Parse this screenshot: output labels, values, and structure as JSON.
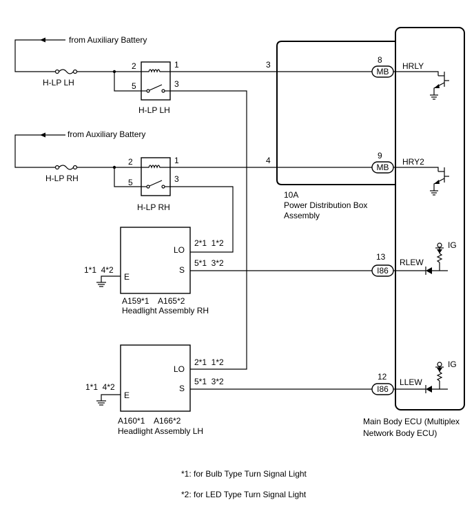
{
  "sources": {
    "lh": "from Auxiliary Battery",
    "rh": "from Auxiliary Battery"
  },
  "fuses": {
    "lh": "H-LP LH",
    "rh": "H-LP RH"
  },
  "relays": {
    "lh": {
      "label": "H-LP LH",
      "pin2": "2",
      "pin5": "5",
      "pin1": "1",
      "pin3": "3"
    },
    "rh": {
      "label": "H-LP RH",
      "pin2": "2",
      "pin5": "5",
      "pin1": "1",
      "pin3": "3"
    }
  },
  "power_distribution_box": {
    "code": "10A",
    "name_line1": "Power Distribution Box",
    "name_line2": "Assembly",
    "pin_lh": "3",
    "pin_rh": "4"
  },
  "ecu": {
    "name_line1": "Main Body ECU (Multiplex",
    "name_line2": "Network Body ECU)",
    "terminals": [
      {
        "pin": "8",
        "connector": "MB",
        "signal": "HRLY"
      },
      {
        "pin": "9",
        "connector": "MB",
        "signal": "HRY2"
      },
      {
        "pin": "13",
        "connector": "I86",
        "signal": "RLEW"
      },
      {
        "pin": "12",
        "connector": "I86",
        "signal": "LLEW"
      }
    ],
    "ig_label": "IG"
  },
  "headlight_rh": {
    "lo_label": "LO",
    "s_label": "S",
    "e_label": "E",
    "lo_pins": "2*1  1*2",
    "s_pins": "5*1  3*2",
    "e_pins": "1*1  4*2",
    "codes": "A159*1    A165*2",
    "name": "Headlight Assembly RH"
  },
  "headlight_lh": {
    "lo_label": "LO",
    "s_label": "S",
    "e_label": "E",
    "lo_pins": "2*1  1*2",
    "s_pins": "5*1  3*2",
    "e_pins": "1*1  4*2",
    "codes": "A160*1    A166*2",
    "name": "Headlight Assembly LH"
  },
  "notes": {
    "note1": "*1: for Bulb Type Turn Signal Light",
    "note2": "*2: for LED Type Turn Signal Light"
  }
}
